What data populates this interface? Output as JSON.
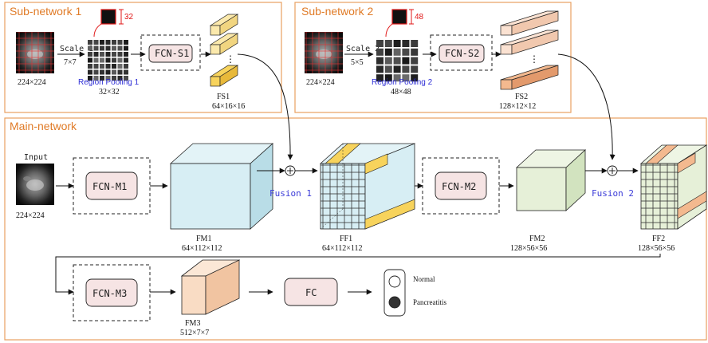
{
  "panels": {
    "sub1_title": "Sub-network 1",
    "sub2_title": "Sub-network 2",
    "main_title": "Main-network"
  },
  "sub1": {
    "input_size": "224×224",
    "scale_label": "Scale 1",
    "scale_kernel": "7×7",
    "pool_label": "Region Pooling 1",
    "pool_size": "32×32",
    "region_num": "32",
    "module": "FCN-S1",
    "fs_label": "FS1",
    "fs_size": "64×16×16"
  },
  "sub2": {
    "input_size": "224×224",
    "scale_label": "Scale 2",
    "scale_kernel": "5×5",
    "pool_label": "Region Pooling 2",
    "pool_size": "48×48",
    "region_num": "48",
    "module": "FCN-S2",
    "fs_label": "FS2",
    "fs_size": "128×12×12"
  },
  "main": {
    "input_title": "Input",
    "input_size": "224×224",
    "m1": "FCN-M1",
    "fm1_label": "FM1",
    "fm1_size": "64×112×112",
    "fusion1": "Fusion 1",
    "ff1_label": "FF1",
    "ff1_size": "64×112×112",
    "m2": "FCN-M2",
    "fm2_label": "FM2",
    "fm2_size": "128×56×56",
    "fusion2": "Fusion 2",
    "ff2_label": "FF2",
    "ff2_size": "128×56×56",
    "m3": "FCN-M3",
    "fm3_label": "FM3",
    "fm3_size": "512×7×7",
    "fc": "FC",
    "out_normal": "Normal",
    "out_pancreatitis": "Pancreatitis"
  },
  "colors": {
    "panel_border": "#e8a060",
    "panel_title": "#e07b27",
    "module_fill": "#f6e4e4",
    "fm1": "#d7eef4",
    "fm2": "#e6f0d8",
    "fm3": "#f9dcc4",
    "fs1": "#f7d35c",
    "fs2": "#f3b98f",
    "accent_blue": "#2e2ed6",
    "accent_red": "#e01818"
  }
}
